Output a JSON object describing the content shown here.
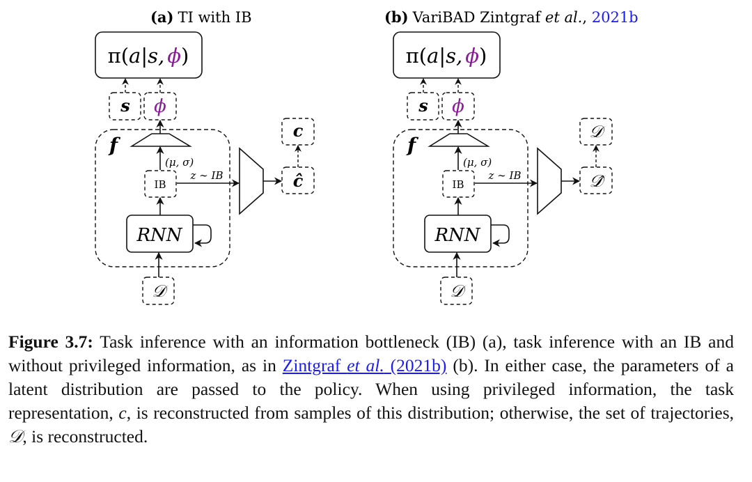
{
  "panels": [
    {
      "id": "a",
      "label": "(a)",
      "title": "TI with IB",
      "title_link": "",
      "policy": {
        "pi": "π(",
        "a": "a",
        "bar": "|",
        "s": "s,",
        "phi": "ϕ",
        "close": ")"
      },
      "state_label": "s",
      "phi_label": "ϕ",
      "encoder_label": "f",
      "mu_sigma_label": "(μ, σ)",
      "ib_label": "IB",
      "sample_label": "z ∼ IB",
      "rnn_label": "RNN",
      "input_label": "𝒟",
      "target_label": "c",
      "reconstruction_label": "ĉ"
    },
    {
      "id": "b",
      "label": "(b)",
      "title": "VariBAD Zintgraf ",
      "title_italic": "et al.",
      "title_sep": ", ",
      "title_link": "2021b",
      "policy": {
        "pi": "π(",
        "a": "a",
        "bar": "|",
        "s": "s,",
        "phi": "ϕ",
        "close": ")"
      },
      "state_label": "s",
      "phi_label": "ϕ",
      "encoder_label": "f",
      "mu_sigma_label": "(μ, σ)",
      "ib_label": "IB",
      "sample_label": "z ∼ IB",
      "rnn_label": "RNN",
      "input_label": "𝒟",
      "target_label": "𝒟",
      "reconstruction_label": "𝒟̂"
    }
  ],
  "colors": {
    "phi": "#8b1a9b",
    "link": "#1a1aff",
    "stroke": "#111111"
  },
  "caption": {
    "label": "Figure 3.7:",
    "text_1": " Task inference with an information bottleneck (IB) (a), task inference with an IB and without privileged information, as in ",
    "link_pre": "Zintgraf ",
    "link_italic": "et al.",
    "link_post": " (2021b)",
    "text_2": " (b). In either case, the parameters of a latent distribution are passed to the policy. When using privileged information, the task representation, ",
    "math_c": "c",
    "text_3": ", is reconstructed from samples of this distribution; otherwise, the set of trajectories, ",
    "math_d": "𝒟",
    "text_4": ", is reconstructed."
  }
}
